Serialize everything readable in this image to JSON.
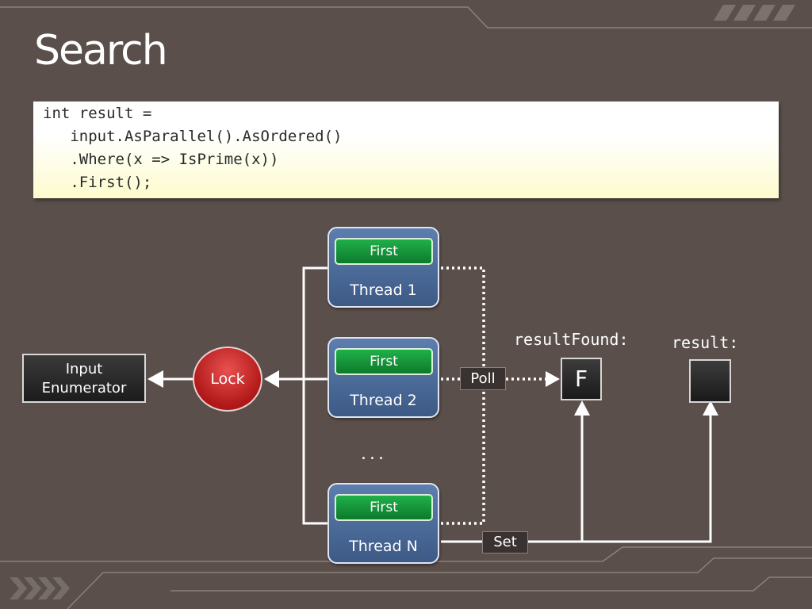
{
  "slide": {
    "title": "Search",
    "code_lines": [
      "int result =",
      "   input.AsParallel().AsOrdered()",
      "   .Where(x => IsPrime(x))",
      "   .First();"
    ]
  },
  "diagram": {
    "input_enumerator": {
      "line1": "Input",
      "line2": "Enumerator"
    },
    "lock_label": "Lock",
    "threads": [
      {
        "button": "First",
        "label": "Thread 1"
      },
      {
        "button": "First",
        "label": "Thread 2"
      },
      {
        "button": "First",
        "label": "Thread N"
      }
    ],
    "ellipsis": "...",
    "poll_label": "Poll",
    "set_label": "Set",
    "result_found": {
      "label": "resultFound:",
      "value": "F"
    },
    "result": {
      "label": "result:",
      "value": ""
    }
  },
  "colors": {
    "background": "#5a4f4b",
    "thread_fill": "#4a6a99",
    "first_fill": "#149a3c",
    "lock_fill": "#c52626",
    "code_bg_bottom": "#fdfbcc"
  }
}
